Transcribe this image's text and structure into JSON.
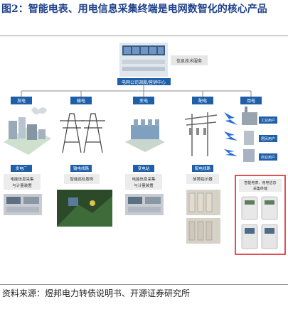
{
  "figure": {
    "title": "图2：智能电表、用电信息采集终端是电网数智化的核心产品",
    "source": "资料来源：煜邦电力转债说明书、开源证券研究所"
  },
  "diagram": {
    "it_service_label": "信息技术服务",
    "center_label": "电网公司调度/营销中心",
    "segments": [
      {
        "id": "fadian",
        "header": "发电",
        "caption_lines": [
          "发电厂"
        ],
        "sub_lines": [
          "电能信息采集",
          "与计量装置"
        ]
      },
      {
        "id": "shudian",
        "header": "输电",
        "caption_lines": [
          "输电线路"
        ],
        "sub_lines": [
          "智能巡检服务"
        ]
      },
      {
        "id": "biandian",
        "header": "变电",
        "caption_lines": [
          "变电站"
        ],
        "sub_lines": [
          "电能信息采集",
          "与计量装置"
        ]
      },
      {
        "id": "peidian",
        "header": "配电",
        "caption_lines": [
          "配电线路"
        ],
        "sub_lines": [
          "故障指示器"
        ]
      },
      {
        "id": "yongdian",
        "header": "用电",
        "caption_lines": [],
        "sub_lines": []
      }
    ],
    "users": [
      "工业用户",
      "居民用户",
      "商业用户"
    ],
    "highlight_lines": [
      "智能电表、用电信息",
      "采集终端"
    ]
  },
  "colors": {
    "title": "#1e3f8a",
    "accent_blue": "#1f5fa8",
    "arrow_blue": "#2a6fd6",
    "highlight_red": "#d9252a"
  }
}
